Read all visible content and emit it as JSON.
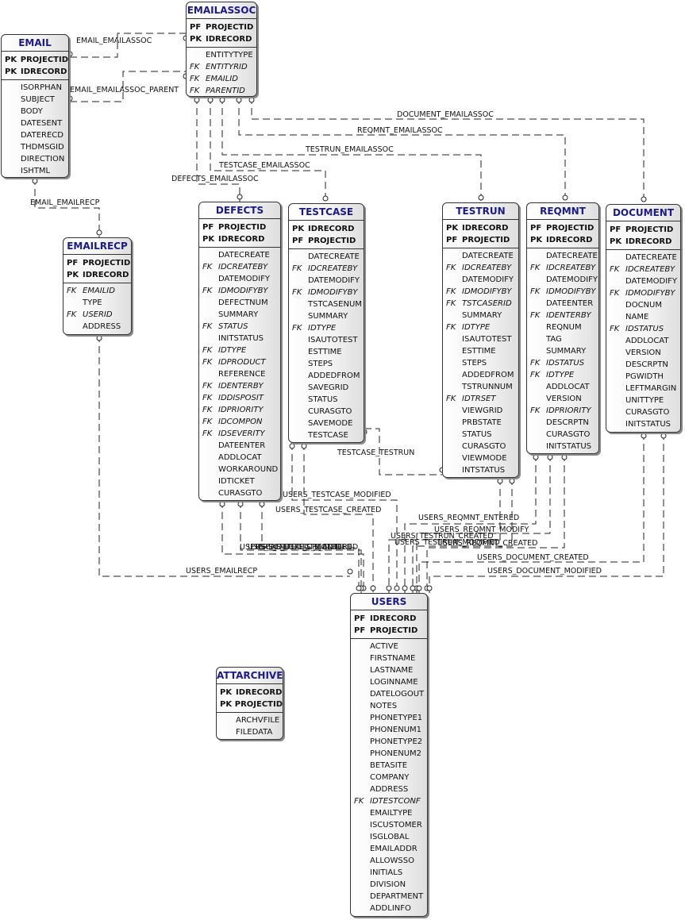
{
  "tables": [
    {
      "name": "EMAIL",
      "keys": [
        {
          "k": "PK",
          "c": "PROJECTID"
        },
        {
          "k": "PK",
          "c": "IDRECORD"
        }
      ],
      "cols": [
        {
          "c": "ISORPHAN"
        },
        {
          "c": "SUBJECT"
        },
        {
          "c": "BODY"
        },
        {
          "c": "DATESENT"
        },
        {
          "c": "DATERECD"
        },
        {
          "c": "THDMSGID"
        },
        {
          "c": "DIRECTION"
        },
        {
          "c": "ISHTML"
        }
      ]
    },
    {
      "name": "EMAILASSOC",
      "keys": [
        {
          "k": "PF",
          "c": "PROJECTID"
        },
        {
          "k": "PK",
          "c": "IDRECORD"
        }
      ],
      "cols": [
        {
          "c": "ENTITYTYPE"
        },
        {
          "k": "FK",
          "c": "ENTITYRID"
        },
        {
          "k": "FK",
          "c": "EMAILID"
        },
        {
          "k": "FK",
          "c": "PARENTID"
        }
      ]
    },
    {
      "name": "EMAILRECP",
      "keys": [
        {
          "k": "PF",
          "c": "PROJECTID"
        },
        {
          "k": "PK",
          "c": "IDRECORD"
        }
      ],
      "cols": [
        {
          "k": "FK",
          "c": "EMAILID"
        },
        {
          "c": "TYPE"
        },
        {
          "k": "FK",
          "c": "USERID"
        },
        {
          "c": "ADDRESS"
        }
      ]
    },
    {
      "name": "DEFECTS",
      "keys": [
        {
          "k": "PF",
          "c": "PROJECTID"
        },
        {
          "k": "PK",
          "c": "IDRECORD"
        }
      ],
      "cols": [
        {
          "c": "DATECREATE"
        },
        {
          "k": "FK",
          "c": "IDCREATEBY"
        },
        {
          "c": "DATEMODIFY"
        },
        {
          "k": "FK",
          "c": "IDMODIFYBY"
        },
        {
          "c": "DEFECTNUM"
        },
        {
          "c": "SUMMARY"
        },
        {
          "k": "FK",
          "c": "STATUS"
        },
        {
          "c": "INITSTATUS"
        },
        {
          "k": "FK",
          "c": "IDTYPE"
        },
        {
          "k": "FK",
          "c": "IDPRODUCT"
        },
        {
          "c": "REFERENCE"
        },
        {
          "k": "FK",
          "c": "IDENTERBY"
        },
        {
          "k": "FK",
          "c": "IDDISPOSIT"
        },
        {
          "k": "FK",
          "c": "IDPRIORITY"
        },
        {
          "k": "FK",
          "c": "IDCOMPON"
        },
        {
          "k": "FK",
          "c": "IDSEVERITY"
        },
        {
          "c": "DATEENTER"
        },
        {
          "c": "ADDLOCAT"
        },
        {
          "c": "WORKAROUND"
        },
        {
          "c": "IDTICKET"
        },
        {
          "c": "CURASGTO"
        }
      ]
    },
    {
      "name": "TESTCASE",
      "keys": [
        {
          "k": "PK",
          "c": "IDRECORD"
        },
        {
          "k": "PF",
          "c": "PROJECTID"
        }
      ],
      "cols": [
        {
          "c": "DATECREATE"
        },
        {
          "k": "FK",
          "c": "IDCREATEBY"
        },
        {
          "c": "DATEMODIFY"
        },
        {
          "k": "FK",
          "c": "IDMODIFYBY"
        },
        {
          "c": "TSTCASENUM"
        },
        {
          "c": "SUMMARY"
        },
        {
          "k": "FK",
          "c": "IDTYPE"
        },
        {
          "c": "ISAUTOTEST"
        },
        {
          "c": "ESTTIME"
        },
        {
          "c": "STEPS"
        },
        {
          "c": "ADDEDFROM"
        },
        {
          "c": "SAVEGRID"
        },
        {
          "c": "STATUS"
        },
        {
          "c": "CURASGTO"
        },
        {
          "c": "SAVEMODE"
        },
        {
          "c": "TESTCASE"
        }
      ]
    },
    {
      "name": "TESTRUN",
      "keys": [
        {
          "k": "PK",
          "c": "IDRECORD"
        },
        {
          "k": "PF",
          "c": "PROJECTID"
        }
      ],
      "cols": [
        {
          "c": "DATECREATE"
        },
        {
          "k": "FK",
          "c": "IDCREATEBY"
        },
        {
          "c": "DATEMODIFY"
        },
        {
          "k": "FK",
          "c": "IDMODIFYBY"
        },
        {
          "k": "FK",
          "c": "TSTCASERID"
        },
        {
          "c": "SUMMARY"
        },
        {
          "k": "FK",
          "c": "IDTYPE"
        },
        {
          "c": "ISAUTOTEST"
        },
        {
          "c": "ESTTIME"
        },
        {
          "c": "STEPS"
        },
        {
          "c": "ADDEDFROM"
        },
        {
          "c": "TSTRUNNUM"
        },
        {
          "k": "FK",
          "c": "IDTRSET"
        },
        {
          "c": "VIEWGRID"
        },
        {
          "c": "PRBSTATE"
        },
        {
          "c": "STATUS"
        },
        {
          "c": "CURASGTO"
        },
        {
          "c": "VIEWMODE"
        },
        {
          "c": "INTSTATUS"
        }
      ]
    },
    {
      "name": "REQMNT",
      "keys": [
        {
          "k": "PF",
          "c": "PROJECTID"
        },
        {
          "k": "PK",
          "c": "IDRECORD"
        }
      ],
      "cols": [
        {
          "c": "DATECREATE"
        },
        {
          "k": "FK",
          "c": "IDCREATEBY"
        },
        {
          "c": "DATEMODIFY"
        },
        {
          "k": "FK",
          "c": "IDMODIFYBY"
        },
        {
          "c": "DATEENTER"
        },
        {
          "k": "FK",
          "c": "IDENTERBY"
        },
        {
          "c": "REQNUM"
        },
        {
          "c": "TAG"
        },
        {
          "c": "SUMMARY"
        },
        {
          "k": "FK",
          "c": "IDSTATUS"
        },
        {
          "k": "FK",
          "c": "IDTYPE"
        },
        {
          "c": "ADDLOCAT"
        },
        {
          "c": "VERSION"
        },
        {
          "k": "FK",
          "c": "IDPRIORITY"
        },
        {
          "c": "DESCRPTN"
        },
        {
          "c": "CURASGTO"
        },
        {
          "c": "INITSTATUS"
        }
      ]
    },
    {
      "name": "DOCUMENT",
      "keys": [
        {
          "k": "PF",
          "c": "PROJECTID"
        },
        {
          "k": "PK",
          "c": "IDRECORD"
        }
      ],
      "cols": [
        {
          "c": "DATECREATE"
        },
        {
          "k": "FK",
          "c": "IDCREATEBY"
        },
        {
          "c": "DATEMODIFY"
        },
        {
          "k": "FK",
          "c": "IDMODIFYBY"
        },
        {
          "c": "DOCNUM"
        },
        {
          "c": "NAME"
        },
        {
          "k": "FK",
          "c": "IDSTATUS"
        },
        {
          "c": "ADDLOCAT"
        },
        {
          "c": "VERSION"
        },
        {
          "c": "DESCRPTN"
        },
        {
          "c": "PGWIDTH"
        },
        {
          "c": "LEFTMARGIN"
        },
        {
          "c": "UNITTYPE"
        },
        {
          "c": "CURASGTO"
        },
        {
          "c": "INITSTATUS"
        }
      ]
    },
    {
      "name": "USERS",
      "keys": [
        {
          "k": "PF",
          "c": "IDRECORD"
        },
        {
          "k": "PF",
          "c": "PROJECTID"
        }
      ],
      "cols": [
        {
          "c": "ACTIVE"
        },
        {
          "c": "FIRSTNAME"
        },
        {
          "c": "LASTNAME"
        },
        {
          "c": "LOGINNAME"
        },
        {
          "c": "DATELOGOUT"
        },
        {
          "c": "NOTES"
        },
        {
          "c": "PHONETYPE1"
        },
        {
          "c": "PHONENUM1"
        },
        {
          "c": "PHONETYPE2"
        },
        {
          "c": "PHONENUM2"
        },
        {
          "c": "BETASITE"
        },
        {
          "c": "COMPANY"
        },
        {
          "c": "ADDRESS"
        },
        {
          "k": "FK",
          "c": "IDTESTCONF"
        },
        {
          "c": "EMAILTYPE"
        },
        {
          "c": "ISCUSTOMER"
        },
        {
          "c": "ISGLOBAL"
        },
        {
          "c": "EMAILADDR"
        },
        {
          "c": "ALLOWSSO"
        },
        {
          "c": "INITIALS"
        },
        {
          "c": "DIVISION"
        },
        {
          "c": "DEPARTMENT"
        },
        {
          "c": "ADDLINFO"
        }
      ]
    },
    {
      "name": "ATTARCHIVE",
      "keys": [
        {
          "k": "PK",
          "c": "IDRECORD"
        },
        {
          "k": "PK",
          "c": "PROJECTID"
        }
      ],
      "cols": [
        {
          "c": "ARCHVFILE"
        },
        {
          "c": "FILEDATA"
        }
      ]
    }
  ],
  "relationships": [
    "EMAIL_EMAILASSOC",
    "EMAIL_EMAILASSOC_PARENT",
    "DOCUMENT_EMAILASSOC",
    "REQMNT_EMAILASSOC",
    "TESTRUN_EMAILASSOC",
    "TESTCASE_EMAILASSOC",
    "DEFECTS_EMAILASSOC",
    "EMAIL_EMAILRECP",
    "TESTCASE_TESTRUN",
    "USERS_TESTCASE_MODIFIED",
    "USERS_TESTCASE_CREATED",
    "USERS_REQMNT_ENTERED",
    "USERS_REQMNT_MODIFY",
    "USERS_TESTRUN_CREATED",
    "USERS_TESTRUN_MODIFIED",
    "USERS_REQMNT_CREATED",
    "USERS_DEFECTS_CREATED",
    "USERS_DEFECTS_MODIFIED",
    "USERS_DEFECTS_ENTERED",
    "USERS_DOCUMENT_CREATED",
    "USERS_DOCUMENT_MODIFIED",
    "USERS_EMAILRECP"
  ]
}
